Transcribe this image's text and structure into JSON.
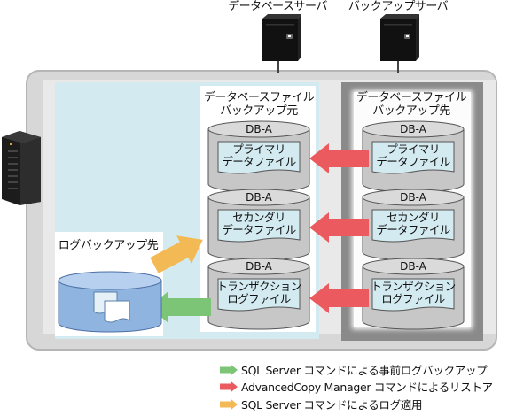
{
  "servers": {
    "database_server": "データベースサーバ",
    "backup_server": "バックアップサーバ"
  },
  "source_group": {
    "title_line1": "データベースファイル",
    "title_line2": "バックアップ元",
    "items": [
      {
        "cap": "DB-A",
        "line1": "プライマリ",
        "line2": "データファイル"
      },
      {
        "cap": "DB-A",
        "line1": "セカンダリ",
        "line2": "データファイル"
      },
      {
        "cap": "DB-A",
        "line1": "トランザクション",
        "line2": "ログファイル"
      }
    ]
  },
  "dest_group": {
    "title_line1": "データベースファイル",
    "title_line2": "バックアップ先",
    "items": [
      {
        "cap": "DB-A",
        "line1": "プライマリ",
        "line2": "データファイル"
      },
      {
        "cap": "DB-A",
        "line1": "セカンダリ",
        "line2": "データファイル"
      },
      {
        "cap": "DB-A",
        "line1": "トランザクション",
        "line2": "ログファイル"
      }
    ]
  },
  "log_backup": {
    "title": "ログバックアップ先"
  },
  "legend": [
    {
      "color": "#7cc576",
      "text": "SQL Server コマンドによる事前ログバックアップ"
    },
    {
      "color": "#ea5a5e",
      "text": "AdvancedCopy Manager コマンドによるリストア"
    },
    {
      "color": "#f3b955",
      "text": "SQL Server コマンドによるログ適用"
    }
  ],
  "colors": {
    "green_arrow": "#7cc576",
    "red_arrow": "#ea5a5e",
    "orange_arrow": "#f3b955",
    "panel_blue": "#d2eaf0",
    "outer_gray": "#d7d7d7"
  }
}
